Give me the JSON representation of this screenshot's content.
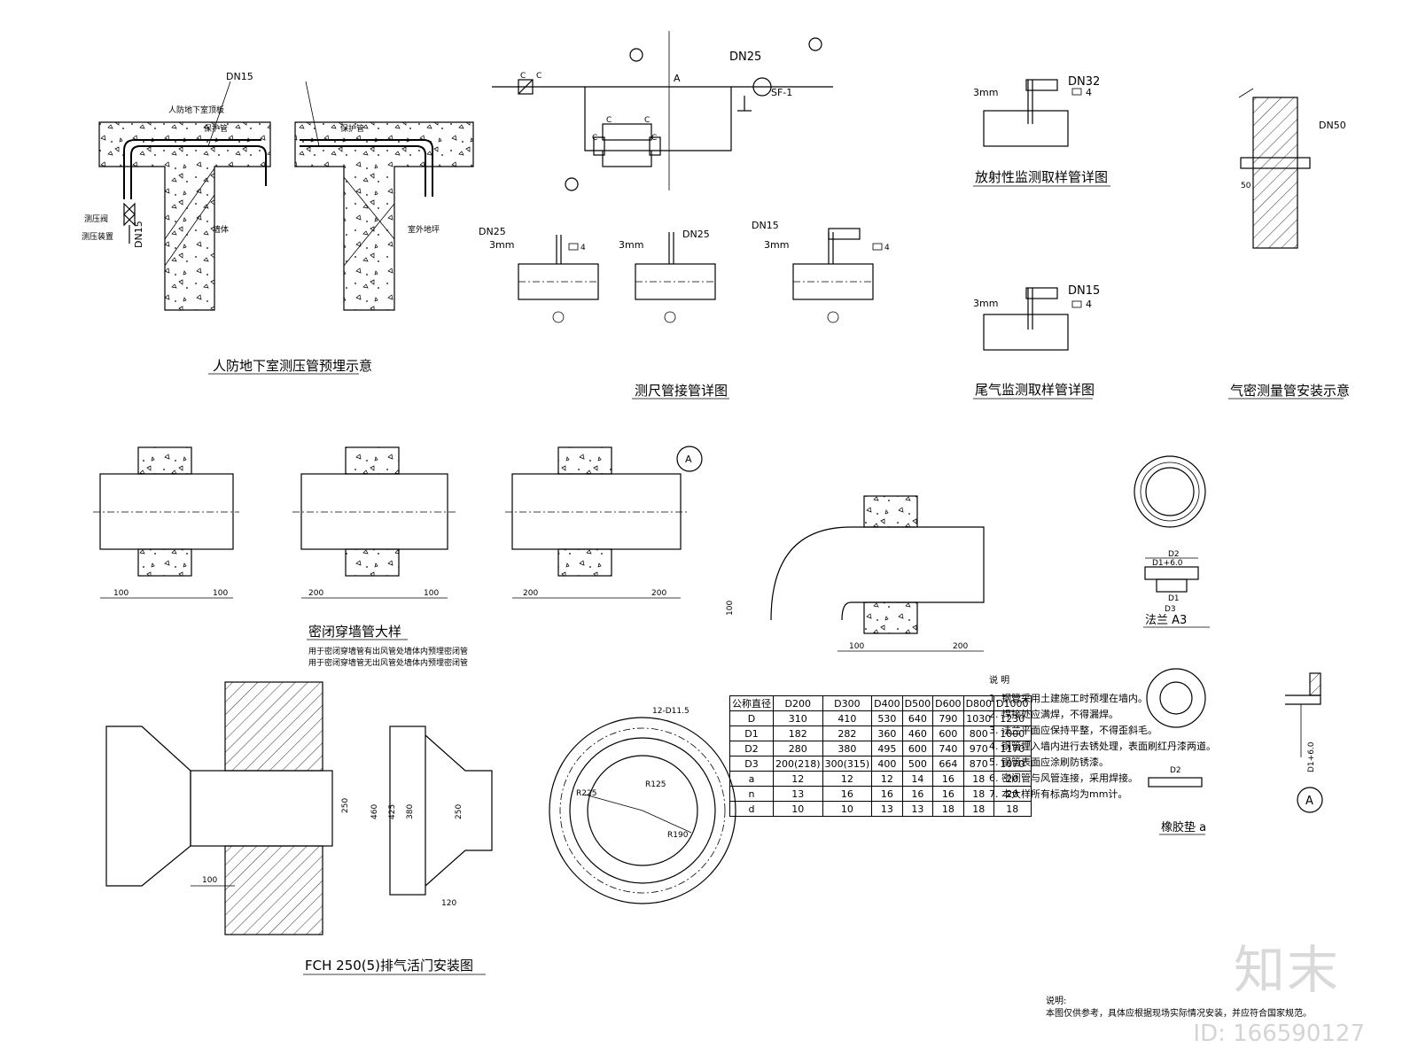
{
  "titles": {
    "t1": "人防地下室测压管预埋示意",
    "t2": "测尺管接管详图",
    "t3": "放射性监测取样管详图",
    "t4": "尾气监测取样管详图",
    "t5": "气密测量管安装示意",
    "t6": "密闭穿墙管大样",
    "t6_sub1": "用于密闭穿墙管有出风管处墙体内预埋密闭管",
    "t6_sub2": "用于密闭穿墙管无出风管处墙体内预埋密闭管",
    "t7": "FCH 250(5)排气活门安装图",
    "t8": "法兰 A3",
    "t9": "橡胶垫 a"
  },
  "labels": {
    "dn15": "DN15",
    "dn15_a": "DN15",
    "dn15_b": "DN15",
    "dn15_c": "DN15",
    "dn25_a": "DN25",
    "dn25_b": "DN25",
    "dn25_c": "DN25",
    "dn32": "DN32",
    "dn50": "DN50",
    "sf1": "SF-1",
    "mm3_a": "3mm",
    "mm3_b": "3mm",
    "mm3_c": "3mm",
    "mm3_d": "3mm",
    "mm3_e": "3mm",
    "qi4_a": "4",
    "qi4_b": "4",
    "qi4_c": "4",
    "qi4_d": "4",
    "A": "A",
    "dim100": "100",
    "dim200": "200",
    "dim250": "250",
    "dim120": "120",
    "dim460": "460",
    "dim425": "425",
    "dim380": "380",
    "dim50": "50",
    "r225": "R225",
    "r190": "R190",
    "r125": "R125",
    "holes": "12-D11.5",
    "d1p6": "D1+6.0",
    "d2": "D2",
    "d1": "D1",
    "d3": "D3"
  },
  "table": {
    "header": [
      "公称直径",
      "D200",
      "D300",
      "D400",
      "D500",
      "D600",
      "D800",
      "D1000"
    ],
    "rows": [
      [
        "D",
        "310",
        "410",
        "530",
        "640",
        "790",
        "1030",
        "1230"
      ],
      [
        "D1",
        "182",
        "282",
        "360",
        "460",
        "600",
        "800",
        "1000"
      ],
      [
        "D2",
        "280",
        "380",
        "495",
        "600",
        "740",
        "970",
        "1170"
      ],
      [
        "D3",
        "200(218)",
        "300(315)",
        "400",
        "500",
        "664",
        "870",
        "1070"
      ],
      [
        "a",
        "12",
        "12",
        "12",
        "14",
        "16",
        "18",
        "20"
      ],
      [
        "n",
        "13",
        "16",
        "16",
        "16",
        "16",
        "18",
        "20"
      ],
      [
        "d",
        "10",
        "10",
        "13",
        "13",
        "18",
        "18",
        "18"
      ]
    ]
  },
  "notes": {
    "heading": "说 明",
    "items": [
      "1. 钢管采用土建施工时预埋在墙内。",
      "2. 焊接处应满焊，不得漏焊。",
      "3. 法兰平面应保持平整，不得歪斜毛。",
      "4. 钢管埋入墙内进行去锈处理，表面刷红丹漆两道。",
      "5. 钢管表面应涂刷防锈漆。",
      "6. 密闭管与风管连接，采用焊接。",
      "7. 本大样所有标高均为mm计。"
    ]
  },
  "footer": {
    "heading": "说明:",
    "text": "本图仅供参考，具体应根据现场实际情况安装，并应符合国家规范。"
  },
  "watermark": {
    "brand": "知末",
    "id": "ID: 166590127"
  }
}
